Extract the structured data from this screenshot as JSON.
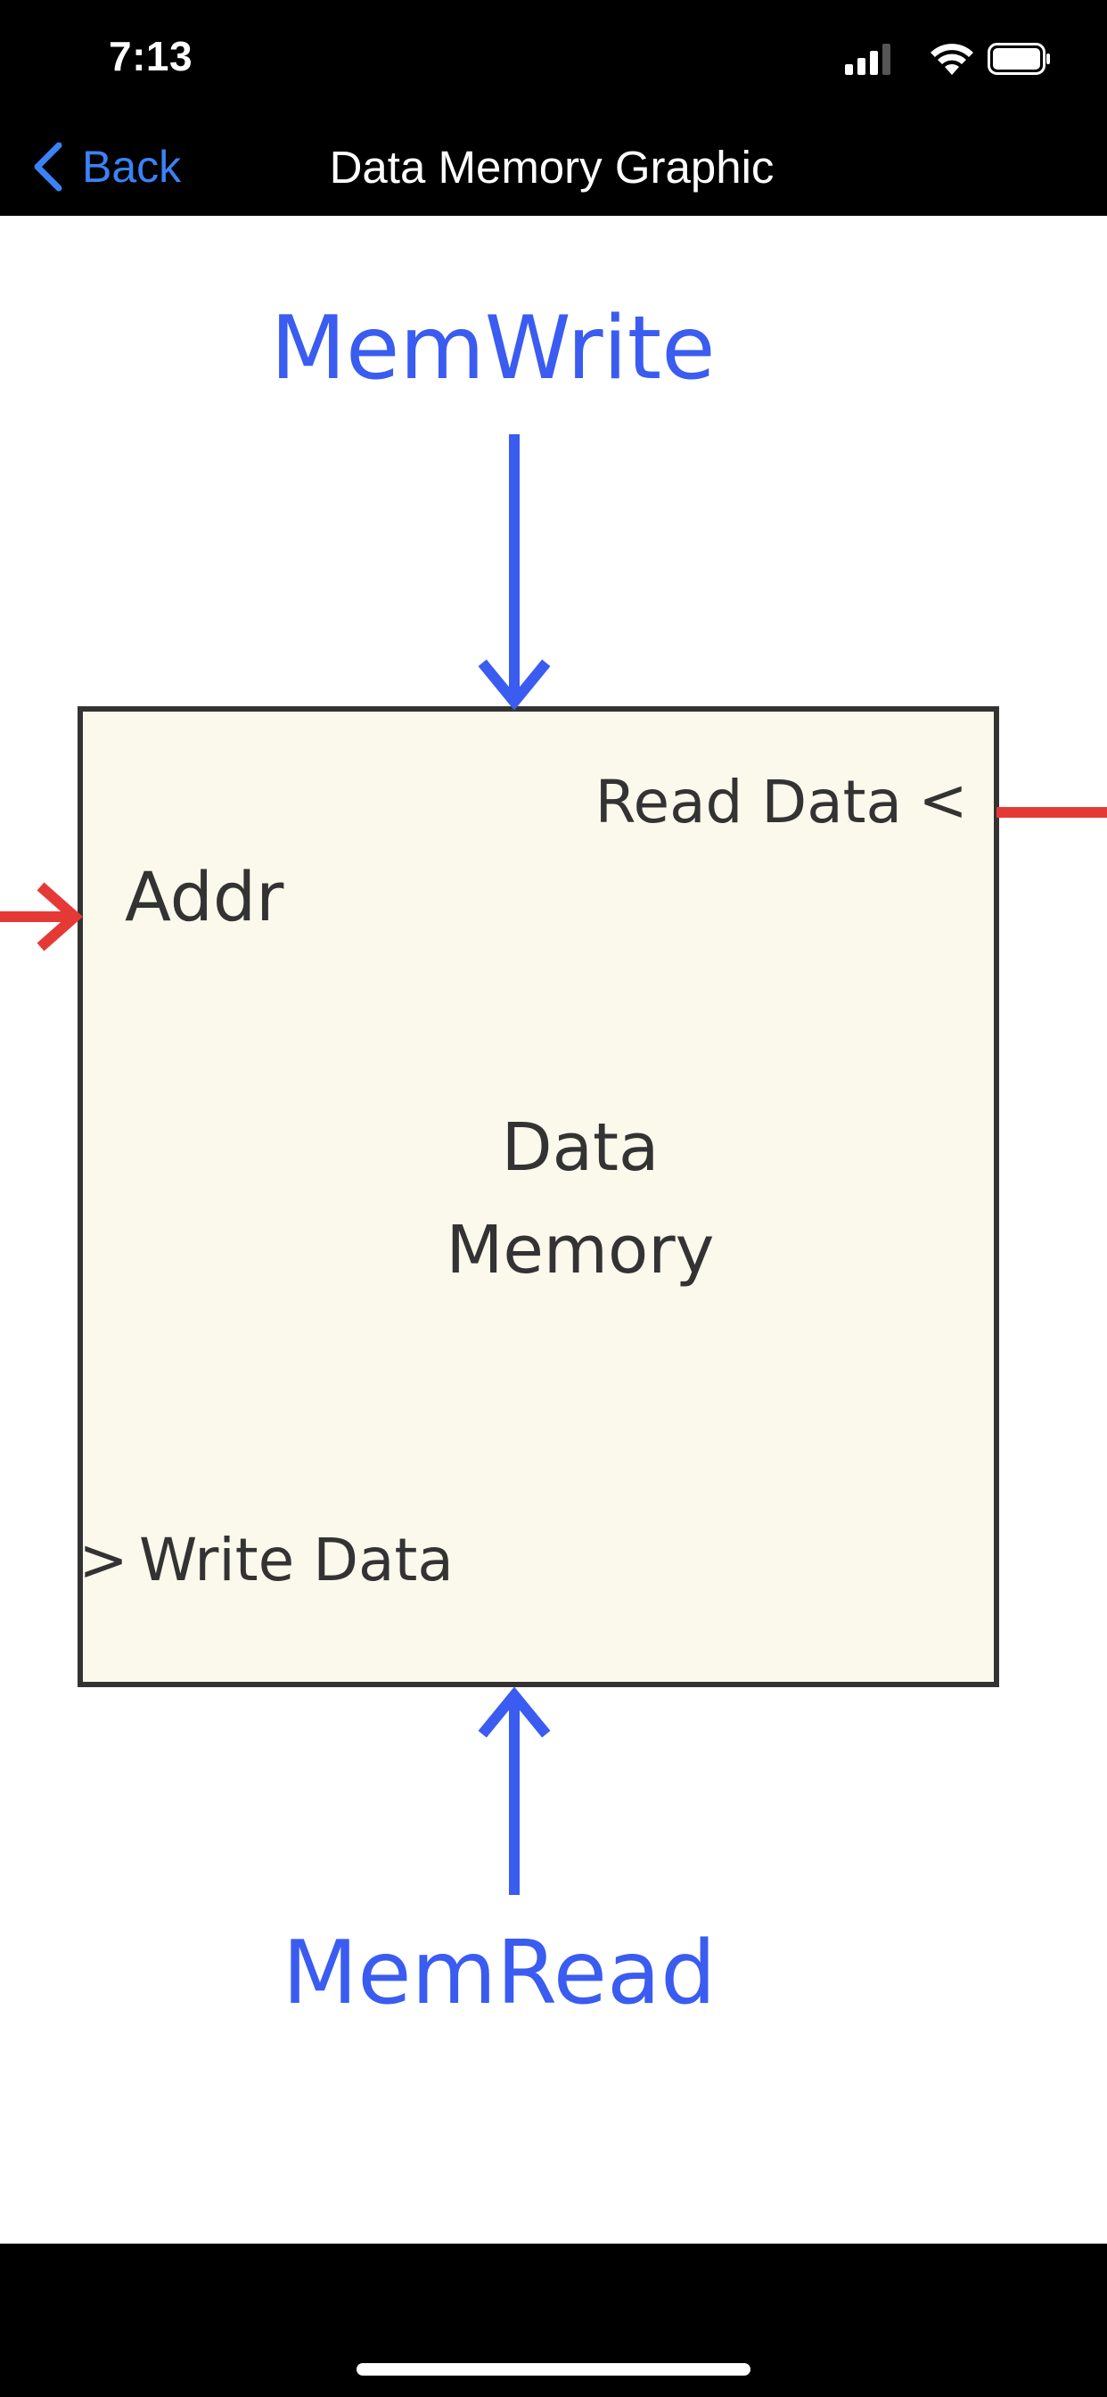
{
  "status_bar": {
    "time": "7:13"
  },
  "nav": {
    "back_label": "Back",
    "title": "Data Memory Graphic"
  },
  "diagram": {
    "mem_write": "MemWrite",
    "mem_read": "MemRead",
    "read_data": "Read Data",
    "read_data_marker": "<",
    "addr": "Addr",
    "write_data": "Write Data",
    "write_data_marker": ">",
    "center_line1": "Data",
    "center_line2": "Memory",
    "colors": {
      "control_signal": "#3a5cf0",
      "data_wire": "#e53935",
      "block_fill": "#fbf9ec",
      "block_border": "#333333"
    }
  }
}
